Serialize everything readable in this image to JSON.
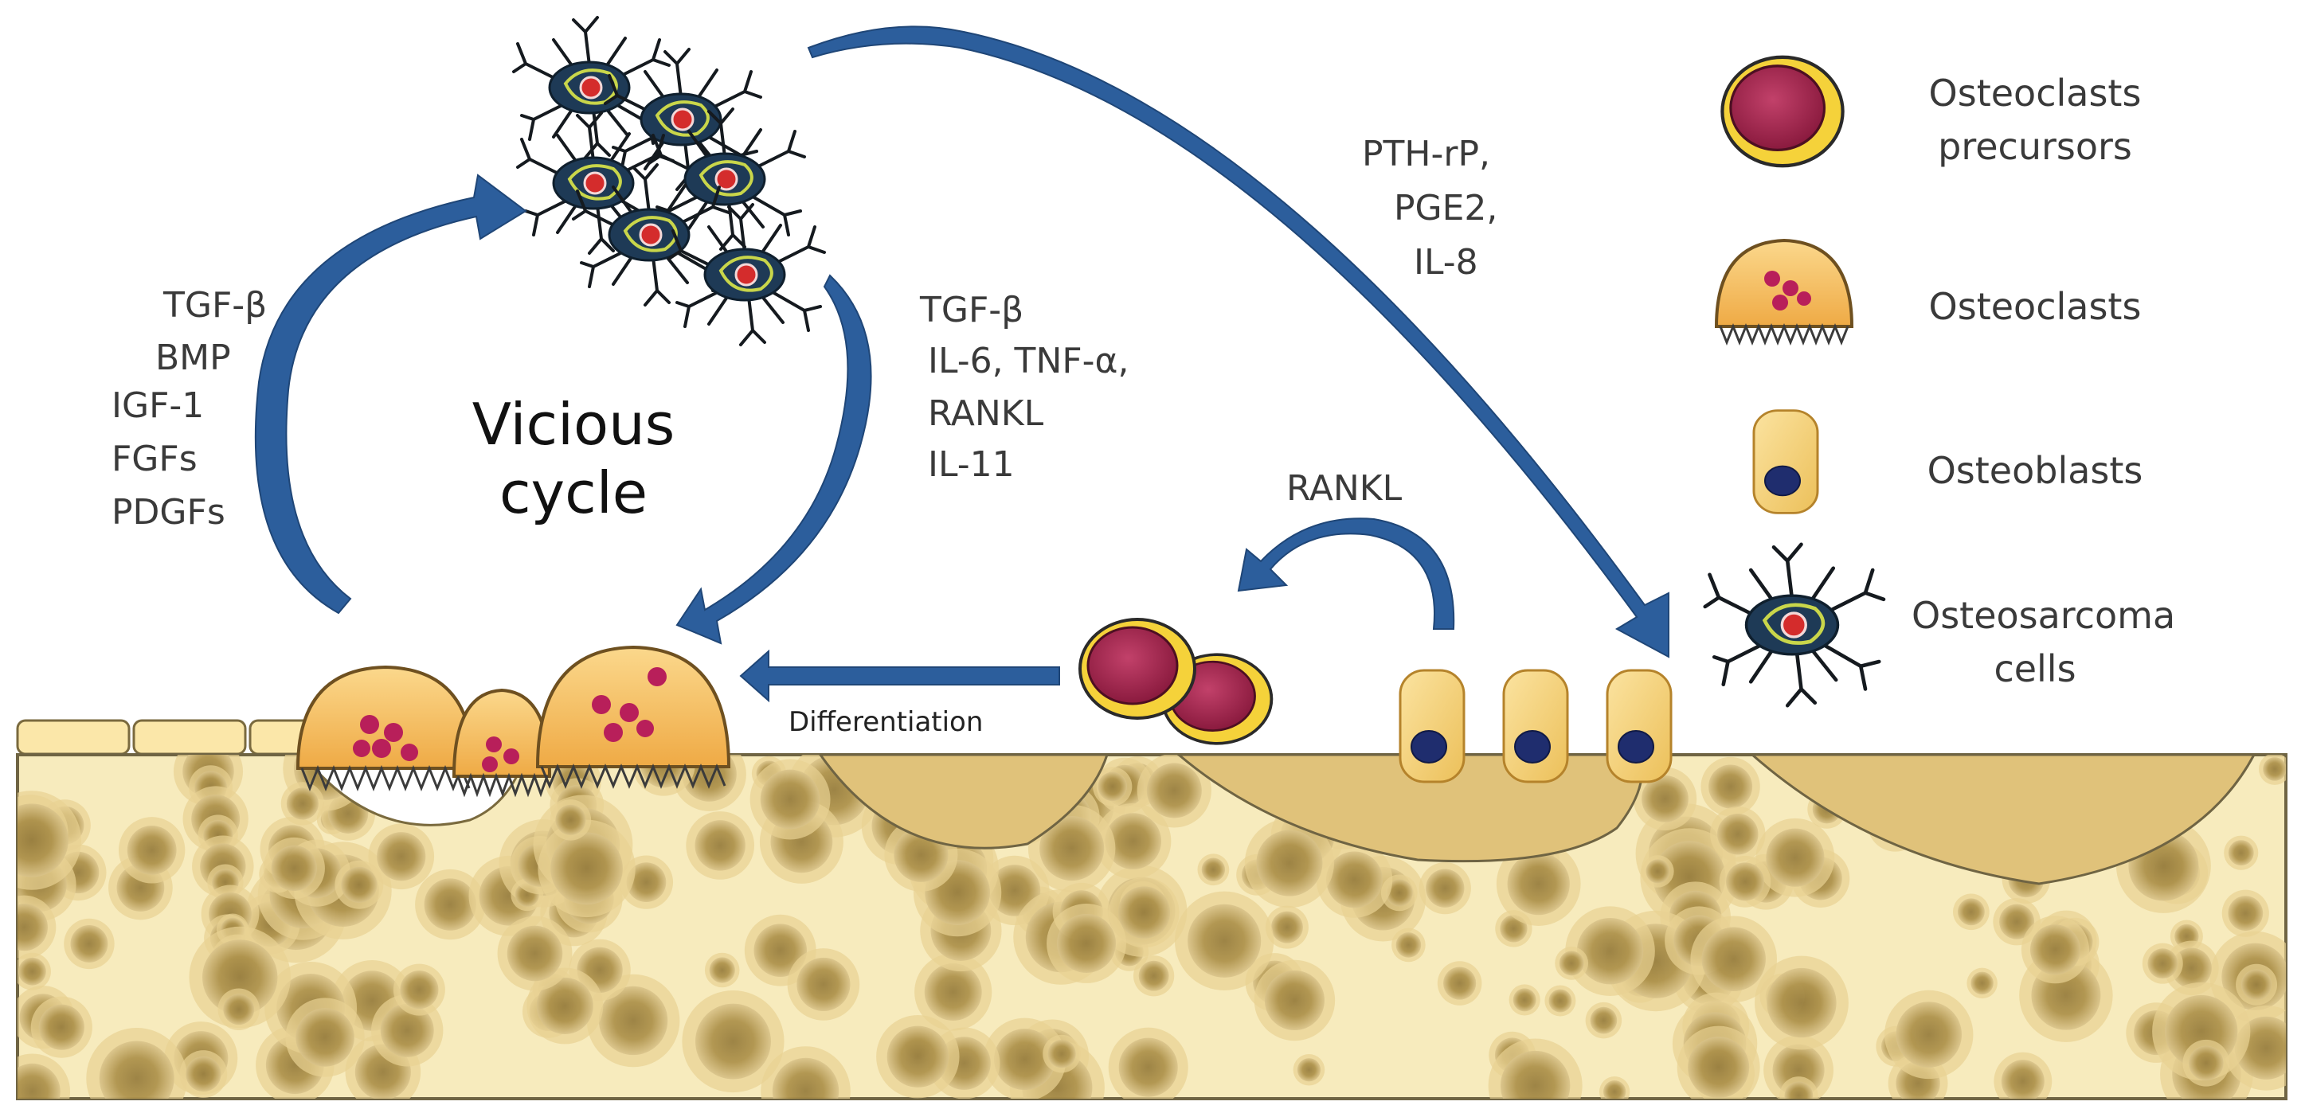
{
  "diagram": {
    "center_title": {
      "line1": "Vicious",
      "line2": "cycle"
    },
    "left_factors": [
      "TGF-β",
      "BMP",
      "IGF-1",
      "FGFs",
      "PDGFs"
    ],
    "middle_factors": [
      "TGF-β",
      "IL-6, TNF-α,",
      "RANKL",
      "IL-11"
    ],
    "right_factors": [
      "PTH-rP,",
      "PGE2,",
      "IL-8"
    ],
    "rankl_label": "RANKL",
    "differentiation_label": "Differentiation"
  },
  "legend": {
    "items": [
      {
        "icon": "osteoclast-precursor-icon",
        "line1": "Osteoclasts",
        "line2": "precursors"
      },
      {
        "icon": "osteoclast-icon",
        "line1": "Osteoclasts",
        "line2": ""
      },
      {
        "icon": "osteoblast-icon",
        "line1": "Osteoblasts",
        "line2": ""
      },
      {
        "icon": "osteosarcoma-cell-icon",
        "line1": "Osteosarcoma",
        "line2": "cells"
      }
    ]
  },
  "colors": {
    "arrow": "#2c5e9c",
    "bone_matrix": "#f6e7b0",
    "bone_spots": "#b89a4e",
    "osteoclast": "#f6c36a",
    "precursor": "#a3224a",
    "osteoblast": "#f3cd6f",
    "tumor_cell": "#1b3550"
  }
}
